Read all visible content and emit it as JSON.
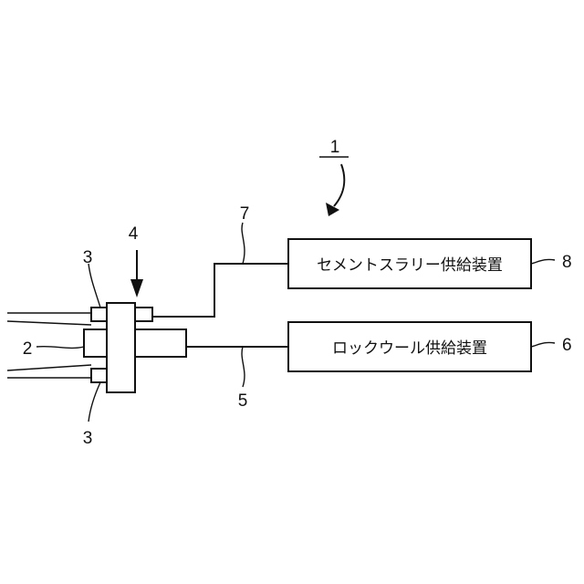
{
  "boxes": {
    "cement_slurry_supply": "セメントスラリー供給装置",
    "rockwool_supply": "ロックウール供給装置"
  },
  "refs": {
    "system": "1",
    "nozzle_body": "2",
    "nozzle_tip_upper": "3",
    "nozzle_tip_lower": "3",
    "mixing_head": "4",
    "rockwool_line": "5",
    "rockwool_device": "6",
    "slurry_line": "7",
    "slurry_device": "8"
  }
}
